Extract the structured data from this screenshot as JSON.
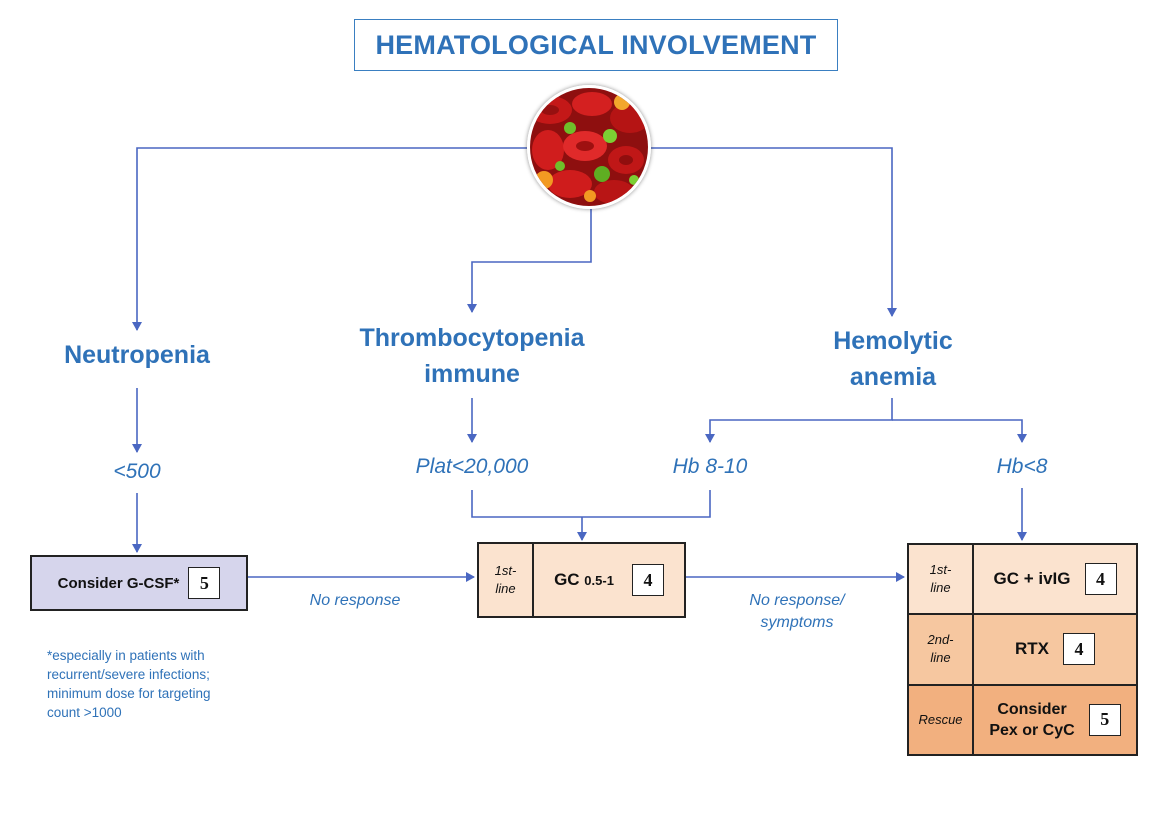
{
  "title": "HEMATOLOGICAL INVOLVEMENT",
  "branches": {
    "neutropenia": {
      "label": "Neutropenia",
      "threshold": "<500",
      "action": {
        "label": "Consider G-CSF*",
        "score": "5"
      },
      "footnote": [
        "*especially in patients with",
        "recurrent/severe infections;",
        "minimum dose for targeting",
        "count >1000"
      ]
    },
    "thrombocytopenia": {
      "label_lines": [
        "Thrombocytopenia",
        "immune"
      ],
      "threshold": "Plat<20,000"
    },
    "hemolytic": {
      "label_lines": [
        "Hemolytic",
        "anemia"
      ],
      "threshold_moderate": "Hb 8-10",
      "threshold_severe": "Hb<8"
    }
  },
  "gc_node": {
    "line": [
      "1st-",
      "line"
    ],
    "drug": "GC",
    "dose": "0.5-1",
    "score": "4"
  },
  "stack": {
    "first": {
      "line": [
        "1st-",
        "line"
      ],
      "label": "GC + ivIG",
      "score": "4"
    },
    "second": {
      "line": [
        "2nd-",
        "line"
      ],
      "label": "RTX",
      "score": "4"
    },
    "rescue": {
      "line": [
        "Rescue"
      ],
      "label_lines": [
        "Consider",
        "Pex or CyC"
      ],
      "score": "5"
    }
  },
  "edge_labels": {
    "no_response": "No response",
    "no_response_symptoms": [
      "No response/",
      "symptoms"
    ]
  },
  "colors": {
    "accent": "#2f72b8",
    "connector": "#4a67c2",
    "gcsf_fill": "#d6d5ec",
    "light_peach": "#fbe3cf",
    "mid_peach": "#f6c7a0",
    "dark_peach": "#f2b07f"
  }
}
